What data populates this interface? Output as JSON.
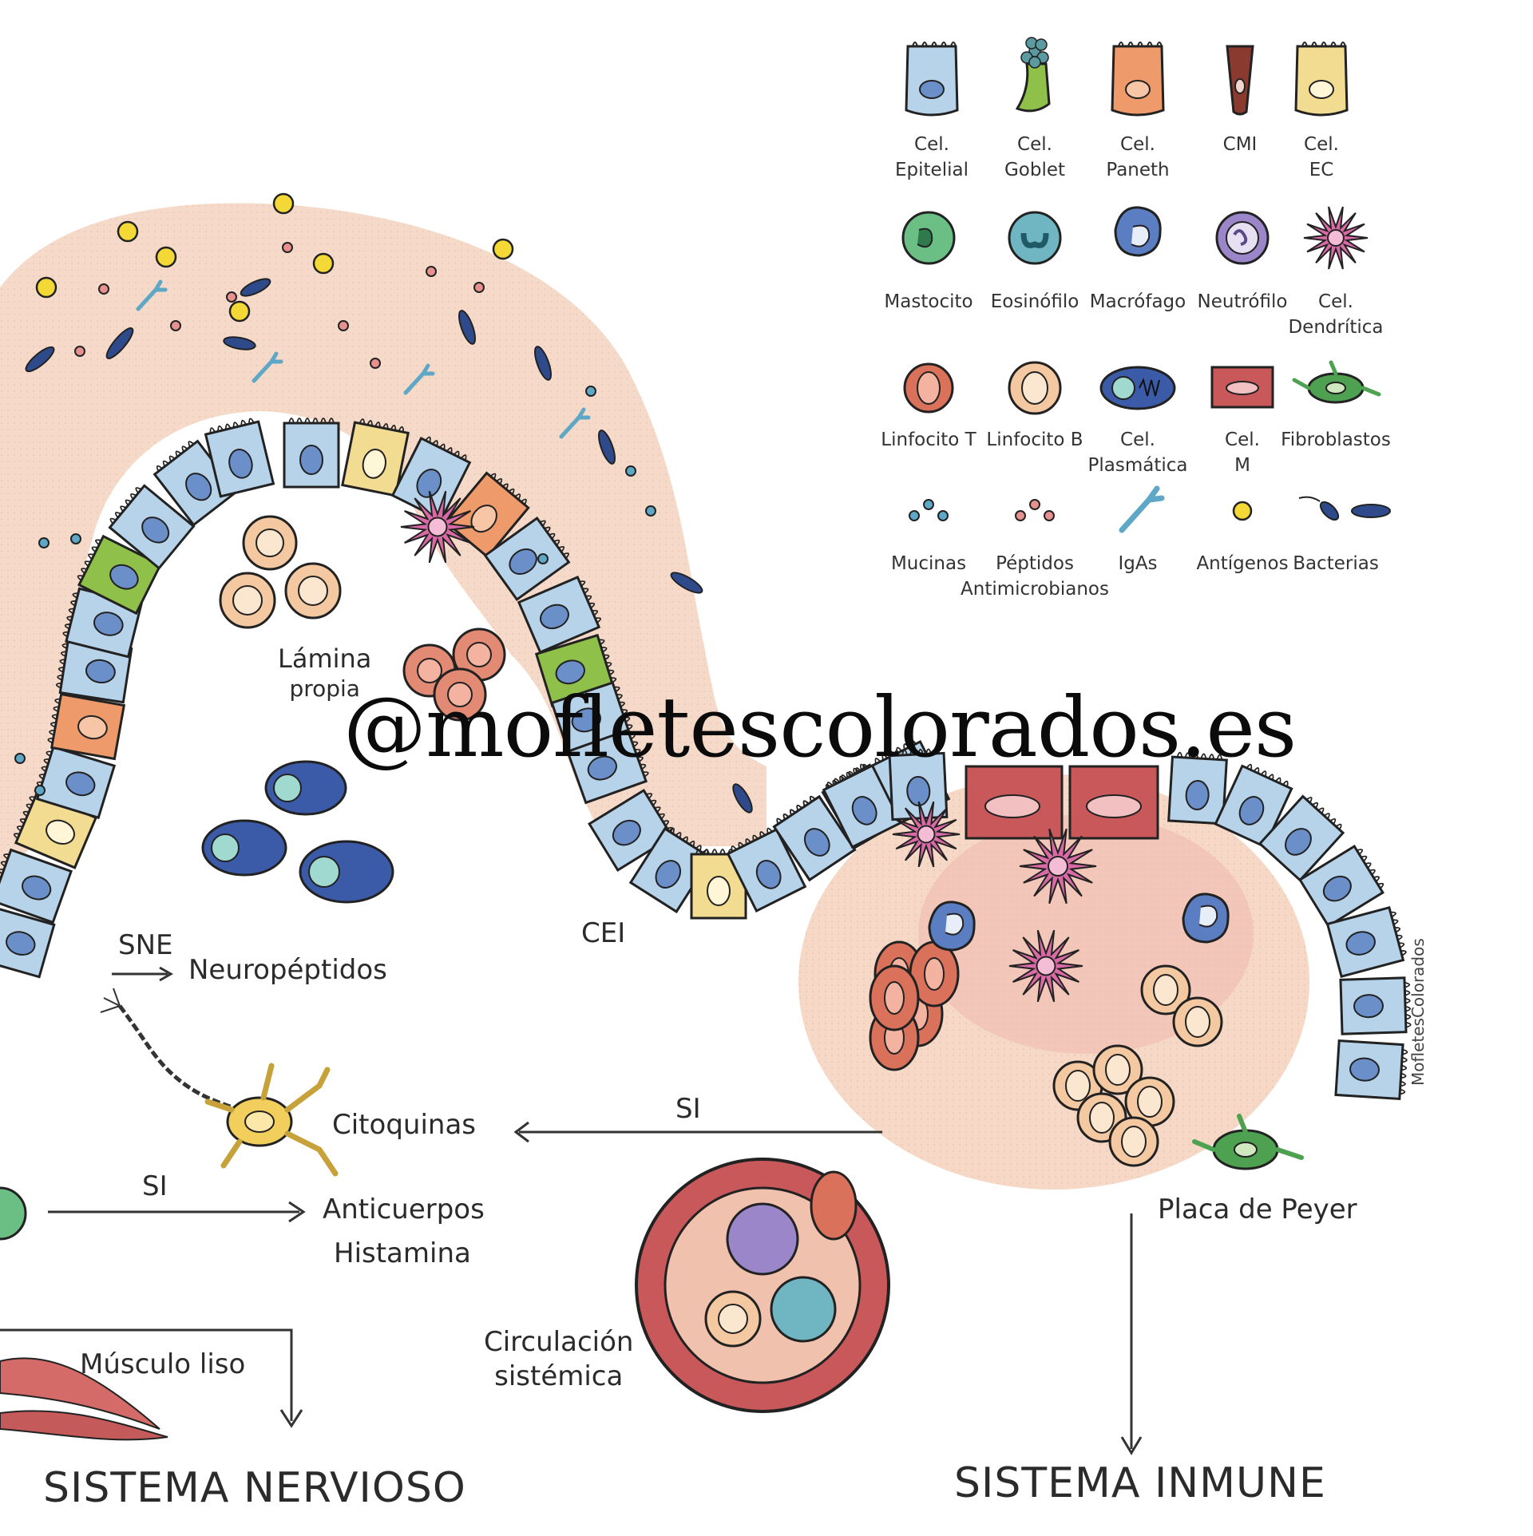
{
  "legend": [
    {
      "id": "cel-epitelial",
      "lines": [
        "Cel.",
        "Epitelial"
      ]
    },
    {
      "id": "cel-goblet",
      "lines": [
        "Cel.",
        "Goblet"
      ]
    },
    {
      "id": "cel-paneth",
      "lines": [
        "Cel.",
        "Paneth"
      ]
    },
    {
      "id": "cmi",
      "lines": [
        "CMI"
      ]
    },
    {
      "id": "cel-ec",
      "lines": [
        "Cel.",
        "EC"
      ]
    },
    {
      "id": "mastocito",
      "lines": [
        "Mastocito"
      ]
    },
    {
      "id": "eosinofilo",
      "lines": [
        "Eosinófilo"
      ]
    },
    {
      "id": "macrofago",
      "lines": [
        "Macrófago"
      ]
    },
    {
      "id": "neutrofilo",
      "lines": [
        "Neutrófilo"
      ]
    },
    {
      "id": "cel-dendritica",
      "lines": [
        "Cel.",
        "Dendrítica"
      ]
    },
    {
      "id": "linfocito-t",
      "lines": [
        "Linfocito T"
      ]
    },
    {
      "id": "linfocito-b",
      "lines": [
        "Linfocito B"
      ]
    },
    {
      "id": "cel-plasmatica",
      "lines": [
        "Cel.",
        "Plasmática"
      ]
    },
    {
      "id": "cel-m",
      "lines": [
        "Cel.",
        "M"
      ]
    },
    {
      "id": "fibroblastos",
      "lines": [
        "Fibroblastos"
      ]
    },
    {
      "id": "mucinas",
      "lines": [
        "Mucinas"
      ]
    },
    {
      "id": "peptidos",
      "lines": [
        "Péptidos",
        "Antimicrobianos"
      ]
    },
    {
      "id": "igas",
      "lines": [
        "IgAs"
      ]
    },
    {
      "id": "antigenos",
      "lines": [
        "Antígenos"
      ]
    },
    {
      "id": "bacterias",
      "lines": [
        "Bacterias"
      ]
    }
  ],
  "labels": {
    "lamina_propia": [
      "Lámina",
      "propia"
    ],
    "cei": "CEI",
    "sne": "SNE",
    "neuropeptidos": "Neuropéptidos",
    "citoquinas": "Citoquinas",
    "si_top": "SI",
    "si_bottom": "SI",
    "anticuerpos": "Anticuerpos",
    "histamina": "Histamina",
    "musculo_liso": "Músculo liso",
    "circulacion": [
      "Circulación",
      "sistémica"
    ],
    "placa_peyer": "Placa de Peyer",
    "sistema_nervioso": "SISTEMA NERVIOSO",
    "sistema_inmune": "SISTEMA INMUNE"
  },
  "watermark": "@mofletescolorados.es",
  "signature": "MofletesColorados",
  "colors": {
    "mucus": "#f7dccc",
    "epithelial": "#b7d3ea",
    "goblet": "#8fc04a",
    "paneth": "#ee9a6a",
    "ec": "#f2dc92",
    "cmi": "#8a3a2e",
    "mcell": "#c9585a",
    "tcell": "#d9715b",
    "bcell": "#f4c8a0",
    "plasma": "#3b5aa8",
    "dendritic": "#d96aa5",
    "neutrophil": "#9a86c9",
    "eosinophil": "#6fb6c2",
    "mastocyte": "#6bbf85",
    "fibroblast": "#4ea150",
    "antigen": "#f3d836",
    "bacteria": "#2f4a8a"
  }
}
